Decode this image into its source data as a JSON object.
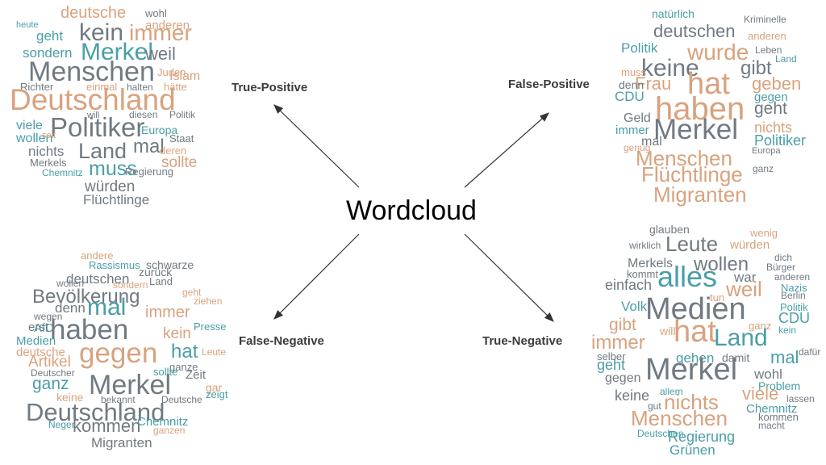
{
  "center_title": "Wordcloud",
  "labels": {
    "tp": "True-Positive",
    "fp": "False-Positive",
    "fn": "False-Negative",
    "tn": "True-Negative"
  },
  "colors": {
    "gray": "#707a82",
    "orange": "#d9a27e",
    "teal": "#4a9ea8"
  },
  "clouds": {
    "tp": [
      [
        "deutsche",
        "o"
      ],
      [
        "wohl",
        "g"
      ],
      [
        "kein",
        "g"
      ],
      [
        "immer",
        "o"
      ],
      [
        "heute",
        "t"
      ],
      [
        "anderen",
        "o"
      ],
      [
        "geht",
        "t"
      ],
      [
        "Merkel",
        "t"
      ],
      [
        "sondern",
        "t"
      ],
      [
        "weil",
        "g"
      ],
      [
        "Juden",
        "o"
      ],
      [
        "Menschen",
        "g"
      ],
      [
        "Islam",
        "o"
      ],
      [
        "Richter",
        "g"
      ],
      [
        "einmal",
        "o"
      ],
      [
        "halten",
        "g"
      ],
      [
        "hätte",
        "o"
      ],
      [
        "Deutschland",
        "o"
      ],
      [
        "will",
        "g"
      ],
      [
        "diesen",
        "g"
      ],
      [
        "Politik",
        "g"
      ],
      [
        "viele",
        "t"
      ],
      [
        "Politiker",
        "g"
      ],
      [
        "wollen",
        "t"
      ],
      [
        "seit",
        "o"
      ],
      [
        "Europa",
        "t"
      ],
      [
        "Staat",
        "g"
      ],
      [
        "mal",
        "g"
      ],
      [
        "nichts",
        "g"
      ],
      [
        "Land",
        "g"
      ],
      [
        "deren",
        "o"
      ],
      [
        "Merkels",
        "g"
      ],
      [
        "sollte",
        "o"
      ],
      [
        "Chemnitz",
        "t"
      ],
      [
        "muss",
        "t"
      ],
      [
        "Regierung",
        "g"
      ],
      [
        "würden",
        "g"
      ],
      [
        "Flüchtlinge",
        "g"
      ]
    ],
    "fp": [
      [
        "natürlich",
        "t"
      ],
      [
        "Kriminelle",
        "g"
      ],
      [
        "deutschen",
        "g"
      ],
      [
        "anderen",
        "o"
      ],
      [
        "Leben",
        "g"
      ],
      [
        "Politik",
        "t"
      ],
      [
        "wurde",
        "o"
      ],
      [
        "Land",
        "t"
      ],
      [
        "keine",
        "g"
      ],
      [
        "gibt",
        "g"
      ],
      [
        "muss",
        "o"
      ],
      [
        "Frau",
        "o"
      ],
      [
        "hat",
        "o"
      ],
      [
        "geben",
        "o"
      ],
      [
        "denn",
        "g"
      ],
      [
        "CDU",
        "t"
      ],
      [
        "gegen",
        "t"
      ],
      [
        "haben",
        "o"
      ],
      [
        "geht",
        "g"
      ],
      [
        "Geld",
        "g"
      ],
      [
        "immer",
        "t"
      ],
      [
        "Merkel",
        "g"
      ],
      [
        "nichts",
        "o"
      ],
      [
        "mal",
        "g"
      ],
      [
        "Politiker",
        "t"
      ],
      [
        "Menschen",
        "o"
      ],
      [
        "Europa",
        "g"
      ],
      [
        "genug",
        "o"
      ],
      [
        "Flüchtlinge",
        "o"
      ],
      [
        "ganz",
        "g"
      ],
      [
        "Migranten",
        "o"
      ]
    ],
    "fn": [
      [
        "andere",
        "o"
      ],
      [
        "Rassismus",
        "t"
      ],
      [
        "schwarze",
        "g"
      ],
      [
        "deutschen",
        "g"
      ],
      [
        "zurück",
        "g"
      ],
      [
        "wollen",
        "g"
      ],
      [
        "sondern",
        "o"
      ],
      [
        "Land",
        "g"
      ],
      [
        "Bevölkerung",
        "g"
      ],
      [
        "denn",
        "g"
      ],
      [
        "mal",
        "t"
      ],
      [
        "immer",
        "o"
      ],
      [
        "geht",
        "o"
      ],
      [
        "ziehen",
        "o"
      ],
      [
        "wegen",
        "g"
      ],
      [
        "AfD",
        "t"
      ],
      [
        "erst",
        "g"
      ],
      [
        "haben",
        "g"
      ],
      [
        "kein",
        "o"
      ],
      [
        "Presse",
        "t"
      ],
      [
        "Medien",
        "t"
      ],
      [
        "deutsche",
        "o"
      ],
      [
        "gegen",
        "o"
      ],
      [
        "hat",
        "t"
      ],
      [
        "Artikel",
        "o"
      ],
      [
        "Leute",
        "o"
      ],
      [
        "Deutscher",
        "g"
      ],
      [
        "ganze",
        "g"
      ],
      [
        "ganz",
        "t"
      ],
      [
        "sollte",
        "t"
      ],
      [
        "Zeit",
        "g"
      ],
      [
        "Merkel",
        "g"
      ],
      [
        "keine",
        "o"
      ],
      [
        "gar",
        "o"
      ],
      [
        "zeigt",
        "t"
      ],
      [
        "bekannt",
        "g"
      ],
      [
        "Deutsche",
        "g"
      ],
      [
        "Deutschland",
        "g"
      ],
      [
        "Neger",
        "t"
      ],
      [
        "kommen",
        "g"
      ],
      [
        "Chemnitz",
        "t"
      ],
      [
        "ganzen",
        "o"
      ],
      [
        "Migranten",
        "g"
      ]
    ],
    "tn": [
      [
        "glauben",
        "g"
      ],
      [
        "Leute",
        "g"
      ],
      [
        "wenig",
        "o"
      ],
      [
        "wirklich",
        "g"
      ],
      [
        "würden",
        "o"
      ],
      [
        "Merkels",
        "g"
      ],
      [
        "wollen",
        "g"
      ],
      [
        "dich",
        "g"
      ],
      [
        "kommt",
        "g"
      ],
      [
        "alles",
        "t"
      ],
      [
        "Bürger",
        "g"
      ],
      [
        "einfach",
        "g"
      ],
      [
        "war",
        "g"
      ],
      [
        "anderen",
        "g"
      ],
      [
        "Nazis",
        "t"
      ],
      [
        "weil",
        "o"
      ],
      [
        "Medien",
        "g"
      ],
      [
        "Berlin",
        "g"
      ],
      [
        "Volk",
        "t"
      ],
      [
        "tun",
        "o"
      ],
      [
        "Politik",
        "t"
      ],
      [
        "gibt",
        "o"
      ],
      [
        "CDU",
        "t"
      ],
      [
        "will",
        "o"
      ],
      [
        "kein",
        "t"
      ],
      [
        "ganz",
        "o"
      ],
      [
        "Land",
        "t"
      ],
      [
        "immer",
        "o"
      ],
      [
        "hat",
        "o"
      ],
      [
        "geht",
        "t"
      ],
      [
        "damit",
        "g"
      ],
      [
        "mal",
        "t"
      ],
      [
        "dafür",
        "g"
      ],
      [
        "selber",
        "g"
      ],
      [
        "gehen",
        "t"
      ],
      [
        "gegen",
        "g"
      ],
      [
        "Merkel",
        "g"
      ],
      [
        "wohl",
        "g"
      ],
      [
        "Problem",
        "t"
      ],
      [
        "allem",
        "t"
      ],
      [
        "keine",
        "g"
      ],
      [
        "viele",
        "o"
      ],
      [
        "nichts",
        "o"
      ],
      [
        "lassen",
        "g"
      ],
      [
        "gut",
        "g"
      ],
      [
        "Chemnitz",
        "t"
      ],
      [
        "kommen",
        "g"
      ],
      [
        "Menschen",
        "o"
      ],
      [
        "macht",
        "g"
      ],
      [
        "Deutschen",
        "t"
      ],
      [
        "Regierung",
        "t"
      ],
      [
        "Grünen",
        "t"
      ]
    ]
  }
}
